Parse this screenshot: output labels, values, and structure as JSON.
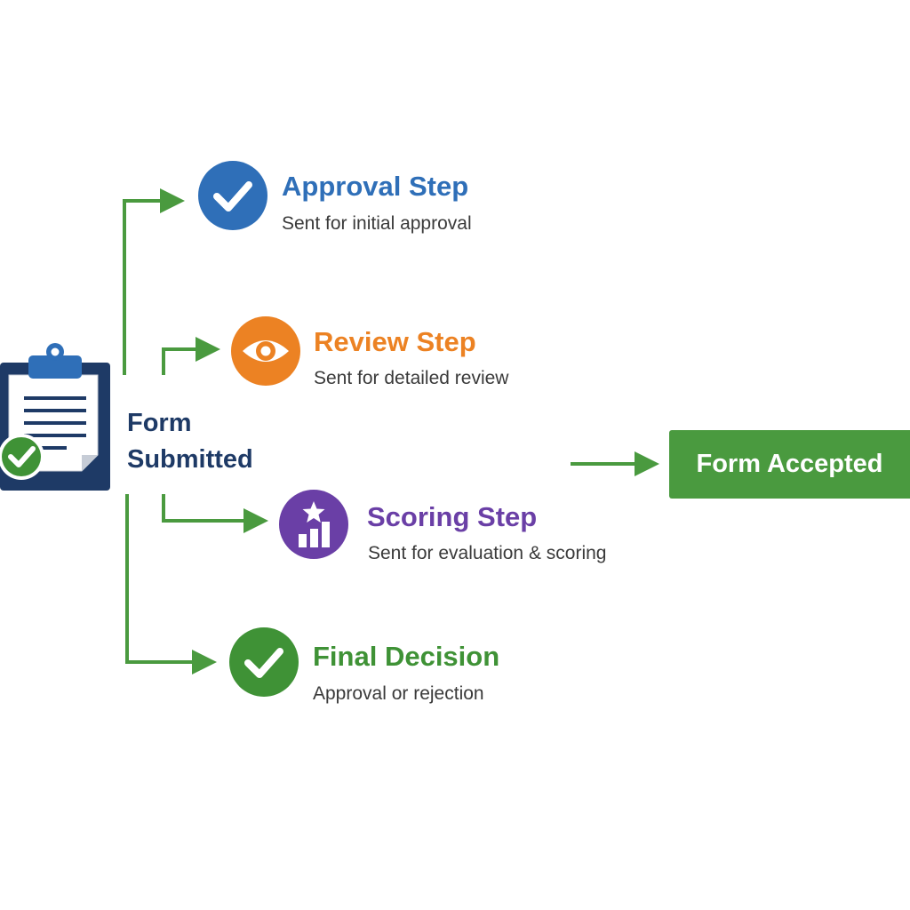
{
  "colors": {
    "connector": "#4a9a3f",
    "navy": "#1e3a66",
    "approval": "#2f6fb8",
    "review": "#ec8223",
    "scoring": "#6a3fa6",
    "final": "#3f9236",
    "accepted": "#4a9a3f"
  },
  "source": {
    "label_line1": "Form",
    "label_line2": "Submitted",
    "icon": "clipboard-check-icon"
  },
  "steps": [
    {
      "title": "Approval Step",
      "description": "Sent for initial approval",
      "icon": "checkmark-icon"
    },
    {
      "title": "Review Step",
      "description": "Sent for detailed review",
      "icon": "eye-icon"
    },
    {
      "title": "Scoring Step",
      "description": "Sent for evaluation & scoring",
      "icon": "star-bar-chart-icon"
    },
    {
      "title": "Final Decision",
      "description": "Approval or rejection",
      "icon": "checkmark-icon"
    }
  ],
  "result": {
    "label": "Form Accepted"
  }
}
